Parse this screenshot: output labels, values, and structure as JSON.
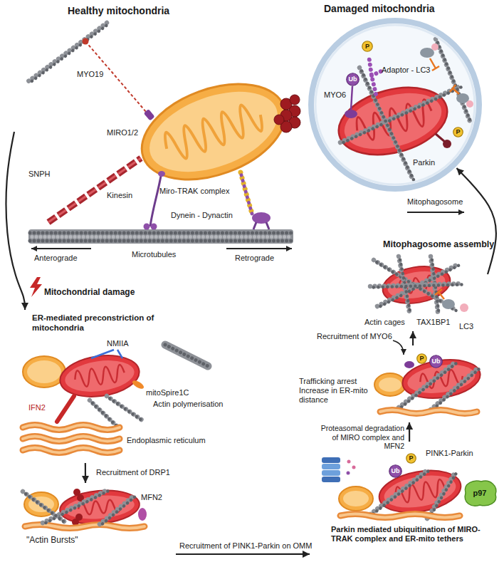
{
  "diagram": {
    "nodes": [
      {
        "text": [
          "Healthy mitochondria"
        ]
      },
      {
        "text": [
          "Damaged mitochondria"
        ]
      },
      {
        "text": [
          "P"
        ],
        "in": 1
      },
      {
        "text": [
          "Ub"
        ],
        "in": 1
      },
      {
        "text": [
          "P"
        ],
        "in": 1
      },
      {
        "text": [
          "ER-mediated preconstriction of mitochondria"
        ]
      },
      {
        "text": [
          "\"Actin Bursts\""
        ]
      },
      {
        "text": [
          "Parkin mediated ubiquitination of MIRO-TRAK complex and ER-mito tethers"
        ]
      },
      {
        "text": [
          "P"
        ],
        "in": 7
      },
      {
        "text": [
          "Ub"
        ],
        "in": 7
      },
      {
        "text": [
          "p97"
        ],
        "in": 7
      },
      {
        "text": [
          "Trafficking arrest Increase in ER-mito distance"
        ]
      },
      {
        "text": [
          "P"
        ],
        "in": 11
      },
      {
        "text": [
          "Ub"
        ],
        "in": 11
      },
      {
        "text": [
          "Mitophagosome assembly"
        ]
      }
    ],
    "edges": [
      {
        "from": 0,
        "to": 5,
        "label": "Mitochondrial damage",
        "arrow": "to"
      },
      {
        "from": 5,
        "to": 6,
        "label": "Recruitment of DRP1",
        "arrow": "to"
      },
      {
        "from": 6,
        "to": 7,
        "label": "Recruitment of PINK1-Parkin on OMM",
        "arrow": "to"
      },
      {
        "from": 7,
        "to": 11,
        "label": "Proteasomal degradation of MIRO complex and MFN2",
        "arrow": "to"
      },
      {
        "from": 11,
        "to": 14,
        "arrow": "to"
      },
      {
        "from": 14,
        "to": 1,
        "arrow": "to"
      }
    ],
    "labels": [
      "MYO19",
      "MIRO1/2",
      "SNPH",
      "Kinesin",
      "Miro-TRAK complex",
      "Dynein - Dynactin",
      "Microtubules",
      "Anterograde",
      "Retrograde",
      "Adaptor - LC3",
      "MYO6",
      "Parkin",
      "Mitophagosome",
      "NMIIA",
      "mitoSpire1C",
      "Actin polymerisation",
      "IFN2",
      "Endoplasmic reticulum",
      "MFN2",
      "Recruitment of MYO6",
      "PINK1-Parkin",
      "Actin cages",
      "TAX1BP1",
      "LC3"
    ]
  }
}
